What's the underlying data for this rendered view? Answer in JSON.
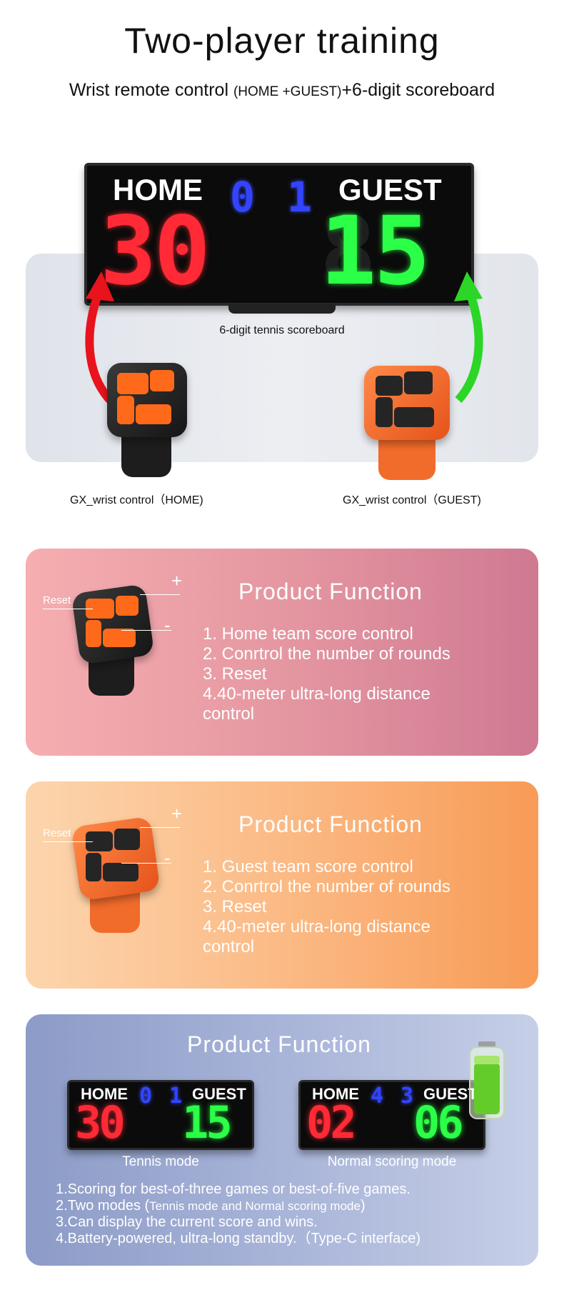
{
  "header": {
    "title": "Two-player training",
    "subtitle_main": "Wrist remote control ",
    "subtitle_small": "(HOME +GUEST)",
    "subtitle_end": "+6-digit scoreboard"
  },
  "hero": {
    "scoreboard": {
      "home_label": "HOME",
      "guest_label": "GUEST",
      "home_score": "30",
      "guest_score": "15",
      "home_sets": "0",
      "guest_sets": "1"
    },
    "scoreboard_caption": "6-digit tennis scoreboard",
    "home_watch_caption": "GX_wrist control（HOME)",
    "guest_watch_caption": "GX_wrist control（GUEST)"
  },
  "card_home": {
    "title": "Product Function",
    "items": [
      "1. Home team score control",
      "2. Conrtrol the number of rounds",
      "3. Reset",
      "4.40-meter ultra-long distance",
      "control"
    ],
    "plus": "+",
    "minus": "-",
    "reset": "Reset"
  },
  "card_guest": {
    "title": "Product Function",
    "items": [
      "1. Guest team score control",
      "2. Conrtrol the number of rounds",
      "3. Reset",
      "4.40-meter ultra-long distance",
      "control"
    ],
    "plus": "+",
    "minus": "-",
    "reset": "Reset"
  },
  "card_modes": {
    "title": "Product Function",
    "tennis_board": {
      "home_label": "HOME",
      "guest_label": "GUEST",
      "home_score": "30",
      "guest_score": "15",
      "home_sets": "0",
      "guest_sets": "1"
    },
    "normal_board": {
      "home_label": "HOME",
      "guest_label": "GUEST",
      "home_score": "02",
      "guest_score": "06",
      "home_sets": "4",
      "guest_sets": "3"
    },
    "tennis_caption": "Tennis mode",
    "normal_caption": "Normal scoring mode",
    "line1": "1.Scoring for best-of-three games or best-of-five games.",
    "line2_main": "2.Two modes (",
    "line2_small": "Tennis mode and Normal scoring mode",
    "line2_end": ")",
    "line3": "3.Can display the current score and wins.",
    "line4": "4.Battery-powered, ultra-long standby.（Type-C interface)"
  },
  "colors": {
    "led_red": "#ff2a35",
    "led_green": "#2cff48",
    "led_blue": "#3344ff",
    "watch_black": "#1f1f1f",
    "watch_orange": "#f26a28",
    "button_orange": "#ff6a1a"
  }
}
